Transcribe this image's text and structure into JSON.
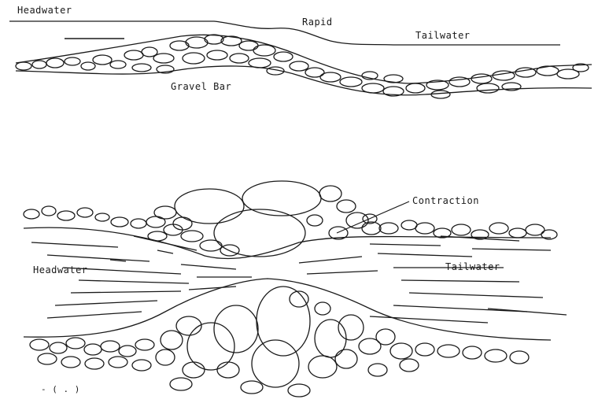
{
  "top_profile": {
    "headwater_label": "Headwater",
    "rapid_label": "Rapid",
    "tailwater_label": "Tailwater",
    "gravel_bar_label": "Gravel Bar"
  },
  "plan_view": {
    "contraction_label": "Contraction",
    "headwater_label": "Headwater",
    "tailwater_label": "Tailwater"
  },
  "figure_mark": "- ( . )",
  "colors": {
    "ink": "#1a1a1a",
    "paper": "#ffffff"
  }
}
